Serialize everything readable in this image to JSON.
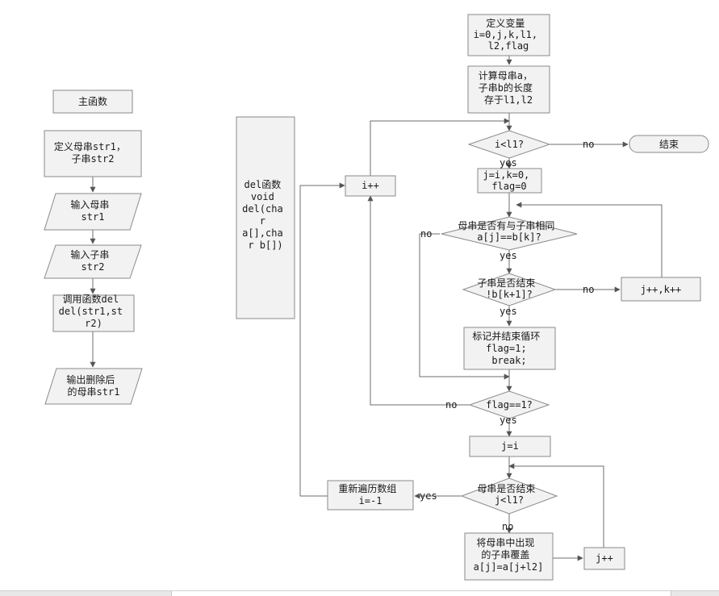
{
  "main": {
    "title": "主函数",
    "define": [
      "定义母串str1，",
      "子串str2"
    ],
    "input_a": [
      "输入母串",
      "str1"
    ],
    "input_b": [
      "输入子串",
      "str2"
    ],
    "call": [
      "调用函数del",
      "del(str1,st",
      "r2)"
    ],
    "output": [
      "输出删除后",
      "的母串str1"
    ]
  },
  "del": {
    "panel": [
      "del函数",
      "void",
      "del(cha",
      "r",
      "a[],cha",
      "r b[])"
    ],
    "define_vars": [
      "定义变量",
      "i=0,j,k,l1,",
      "l2,flag"
    ],
    "compute_len": [
      "计算母串a，",
      "子串b的长度",
      "存于l1,l2"
    ],
    "cond_i": [
      "i<l1?"
    ],
    "end": [
      "结束"
    ],
    "init_j": [
      "j=i,k=0,",
      "flag=0"
    ],
    "i_inc": [
      "i++"
    ],
    "cond_match": [
      "母串是否有与子串相同",
      "a[j]==b[k]?"
    ],
    "cond_sub_end": [
      "子串是否结束",
      "!b[k+1]?"
    ],
    "jk_inc": [
      "j++,k++"
    ],
    "mark_break": [
      "标记并结束循环",
      "flag=1;",
      "break;"
    ],
    "cond_flag": [
      "flag==1?"
    ],
    "set_j": [
      "j=i"
    ],
    "cond_mother_end": [
      "母串是否结束",
      "j<l1?"
    ],
    "reset": [
      "重新遍历数组",
      "i=-1"
    ],
    "overwrite": [
      "将母串中出现",
      "的子串覆盖",
      "a[j]=a[j+l2]"
    ],
    "j_inc": [
      "j++"
    ]
  },
  "labels": {
    "yes": "yes",
    "no": "no"
  }
}
